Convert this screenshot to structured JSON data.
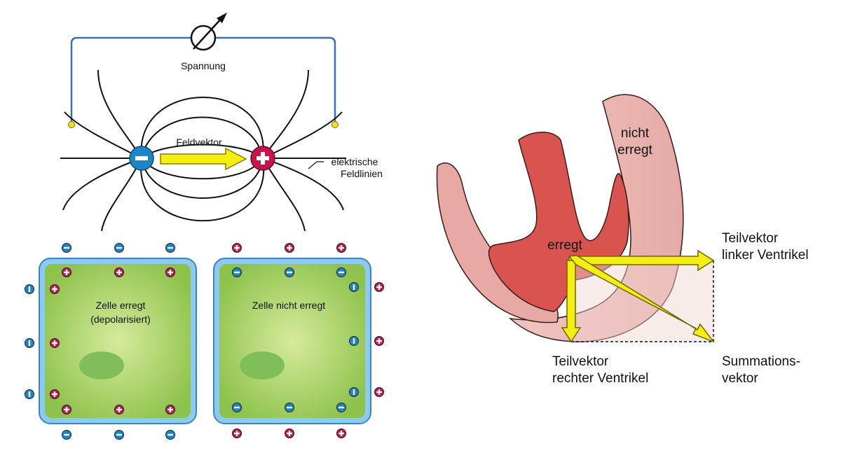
{
  "field_diagram": {
    "voltage_label": "Spannung",
    "vector_label": "Feldvektor",
    "field_lines_label_line1": "elektrische",
    "field_lines_label_line2": "Feldlinien",
    "negative_sign": "−",
    "positive_sign": "+"
  },
  "cells": {
    "excited_label_line1": "Zelle erregt",
    "excited_label_line2": "(depolarisiert)",
    "resting_label": "Zelle nicht erregt"
  },
  "heart": {
    "excited_label": "erregt",
    "not_excited_line1": "nicht",
    "not_excited_line2": "erregt",
    "left_vector_line1": "Teilvektor",
    "left_vector_line2": "linker Ventrikel",
    "right_vector_line1": "Teilvektor",
    "right_vector_line2": "rechter Ventrikel",
    "sum_vector_line1": "Summations-",
    "sum_vector_line2": "vektor"
  },
  "colors": {
    "negative_charge": "#1a86c8",
    "positive_charge": "#c8144e",
    "arrow_fill": "#f5ee12",
    "cell_green": "#9ccc55",
    "membrane_blue": "#8ccaf0",
    "muscle_excited": "#d9534f",
    "muscle_resting": "#e8a8a4"
  },
  "icons": {
    "voltmeter": "voltmeter-icon",
    "minus_charge": "minus-charge-icon",
    "plus_charge": "plus-charge-icon"
  }
}
